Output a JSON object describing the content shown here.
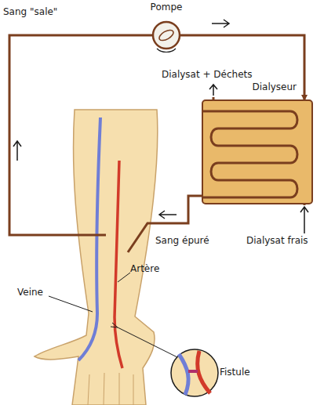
{
  "diagram": {
    "nodes": [
      {
        "text": [
          "Pompe"
        ]
      },
      {
        "text": [
          "Dialyseur"
        ]
      },
      {
        "text": [
          "Fistule"
        ]
      }
    ],
    "edges": [
      {
        "from": 0,
        "to": 1,
        "arrow": "to"
      }
    ],
    "labels": [
      "Sang \"sale\"",
      "Dialysat + Déchets",
      "Dialysat frais",
      "Veine",
      "Artère",
      "Sang épuré"
    ]
  }
}
